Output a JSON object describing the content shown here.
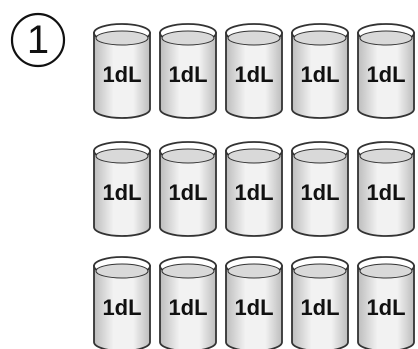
{
  "problem": {
    "number_label": "1"
  },
  "cups": {
    "rows": [
      [
        "1dL",
        "1dL",
        "1dL",
        "1dL",
        "1dL"
      ],
      [
        "1dL",
        "1dL",
        "1dL",
        "1dL",
        "1dL"
      ],
      [
        "1dL",
        "1dL",
        "1dL",
        "1dL",
        "1dL"
      ]
    ],
    "colors": {
      "body_light": "#f2f2f2",
      "body_dark": "#bdbdbd",
      "outline": "#333333",
      "liquid_top": "#d9d9d9"
    }
  }
}
